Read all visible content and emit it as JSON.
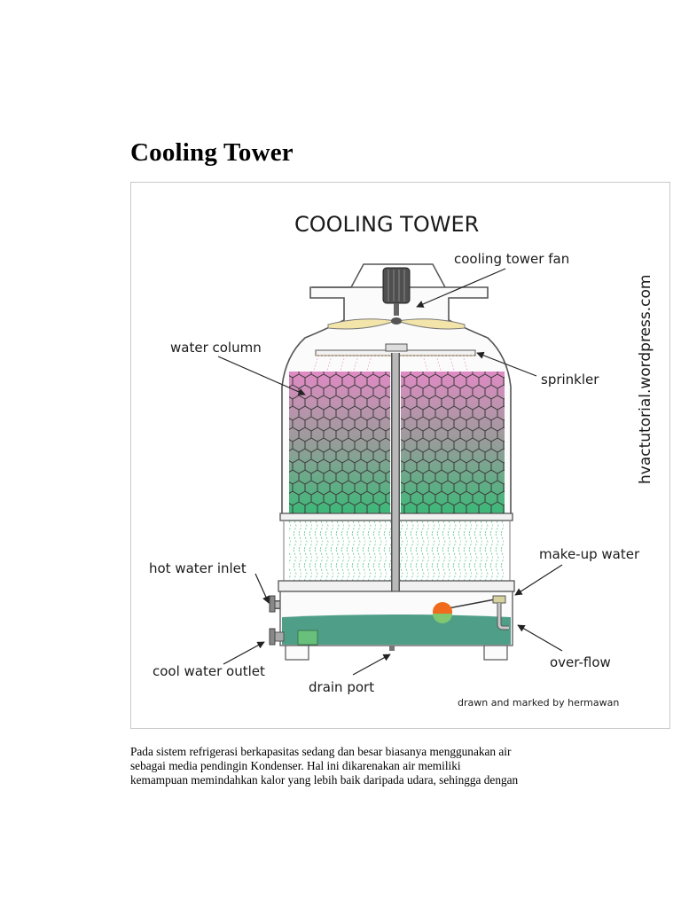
{
  "page": {
    "heading": "Cooling Tower"
  },
  "diagram": {
    "title": "COOLING TOWER",
    "labels": {
      "fan": "cooling tower fan",
      "water_column": "water column",
      "sprinkler": "sprinkler",
      "hot_inlet": "hot water inlet",
      "makeup": "make-up water",
      "cool_outlet": "cool water outlet",
      "drain": "drain port",
      "overflow": "over-flow"
    },
    "watermark": "hvactutorial.wordpress.com",
    "credit": "drawn and marked by hermawan",
    "colors": {
      "fill_top": "#e08ac4",
      "fill_mid": "#9b9b9b",
      "fill_bottom": "#3cb878",
      "basin_water": "#4f9e87",
      "fan_blade": "#f3e5a9",
      "float_ball": "#f06b1e"
    }
  },
  "body_text": {
    "lines": [
      "Pada sistem refrigerasi berkapasitas sedang dan besar biasanya menggunakan air",
      "sebagai media pendingin Kondenser. Hal ini dikarenakan air memiliki",
      "kemampuan memindahkan kalor yang lebih baik daripada udara, sehingga dengan"
    ]
  }
}
